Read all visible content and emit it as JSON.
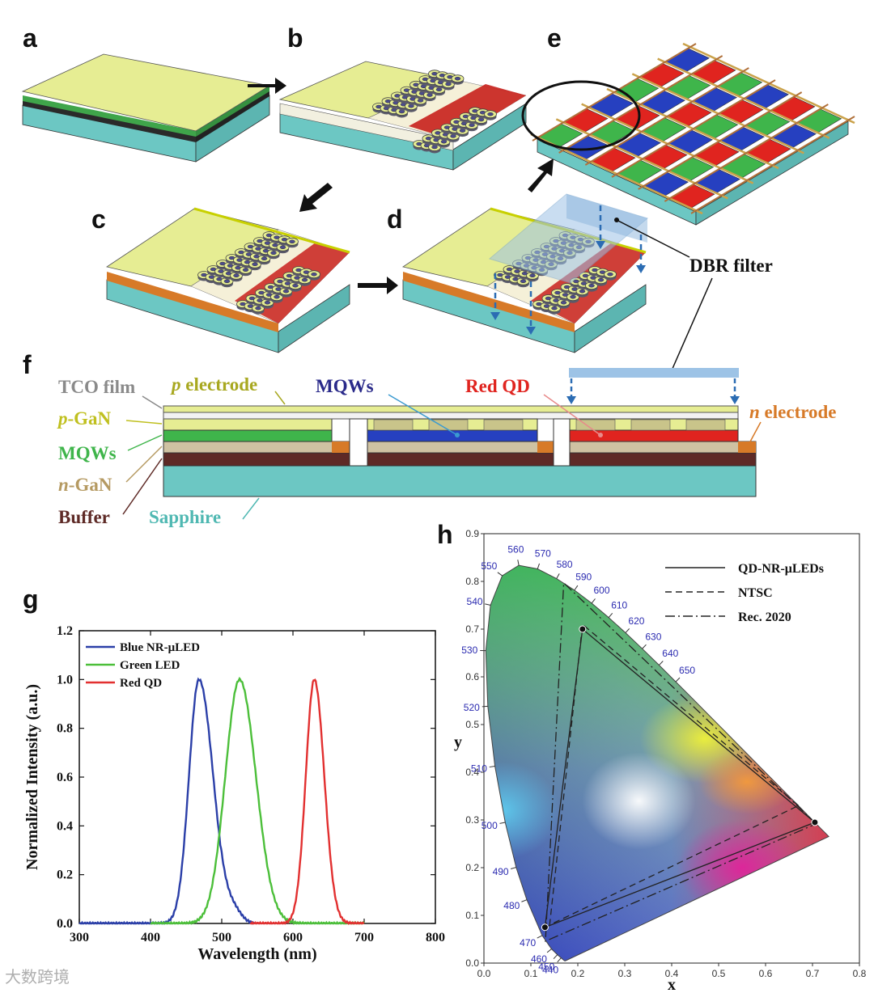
{
  "panels": {
    "a": "a",
    "b": "b",
    "c": "c",
    "d": "d",
    "e": "e",
    "f": "f",
    "g": "g",
    "h": "h"
  },
  "dbr_label": "DBR filter",
  "cross_section": {
    "left_labels": {
      "tco": "TCO film",
      "pgan": "p-GaN",
      "mqws": "MQWs",
      "ngan": "n-GaN",
      "buffer": "Buffer",
      "sapphire": "Sapphire"
    },
    "p_electrode": {
      "italic": "p",
      "rest": " electrode"
    },
    "n_electrode": {
      "italic": "n",
      "rest": " electrode"
    },
    "mqws_top": "MQWs",
    "red_qd": "Red QD",
    "pgan_italic": "p",
    "pgan_rest": "-GaN",
    "ngan_italic": "n",
    "ngan_rest": "-GaN"
  },
  "colors": {
    "yellow_layer": "#e6ed93",
    "green": "#3fb54b",
    "blue": "#2640c0",
    "red": "#e0241f",
    "sapphire": "#6cc7c3",
    "buffer": "#5e2a26",
    "ngan": "#cfc2a2",
    "orange": "#d77a28",
    "dbr": "#9dc3e6"
  },
  "chart_data": [
    {
      "type": "line",
      "xlabel": "Wavelength (nm)",
      "ylabel": "Normalized Intensity (a.u.)",
      "xlim": [
        300,
        800
      ],
      "ylim": [
        0,
        1.2
      ],
      "xticks": [
        "300",
        "400",
        "500",
        "600",
        "700",
        "800"
      ],
      "yticks": [
        "0.0",
        "0.2",
        "0.4",
        "0.6",
        "0.8",
        "1.0",
        "1.2"
      ],
      "legend_position": "top-left",
      "series": [
        {
          "name": "Blue NR-μLED",
          "color": "#2b3fa8",
          "peak": 468,
          "width_left": 14,
          "width_right": 20,
          "start": 300,
          "end": 545
        },
        {
          "name": "Green LED",
          "color": "#4cbf3a",
          "peak": 525,
          "width_left": 20,
          "width_right": 23,
          "start": 400,
          "end": 700
        },
        {
          "name": "Red QD",
          "color": "#e23030",
          "peak": 630,
          "width_left": 12,
          "width_right": 14,
          "start": 540,
          "end": 700
        }
      ]
    },
    {
      "type": "scatter",
      "xlabel": "x",
      "ylabel": "y",
      "xlim": [
        0,
        0.8
      ],
      "ylim": [
        0,
        0.9
      ],
      "xticks": [
        "0.0",
        "0.1",
        "0.2",
        "0.3",
        "0.4",
        "0.5",
        "0.6",
        "0.7",
        "0.8"
      ],
      "yticks": [
        "0.0",
        "0.1",
        "0.2",
        "0.3",
        "0.4",
        "0.5",
        "0.6",
        "0.7",
        "0.8",
        "0.9"
      ],
      "legend_position": "top-right",
      "wavelength_labels": [
        "440",
        "450",
        "460",
        "470",
        "480",
        "490",
        "500",
        "510",
        "520",
        "530",
        "540",
        "550",
        "560",
        "570",
        "580",
        "590",
        "600",
        "610",
        "620",
        "630",
        "640",
        "650"
      ],
      "series": [
        {
          "name": "QD-NR-μLEDs",
          "style": "solid",
          "points": [
            [
              0.705,
              0.295
            ],
            [
              0.21,
              0.7
            ],
            [
              0.13,
              0.075
            ]
          ]
        },
        {
          "name": "NTSC",
          "style": "dashed",
          "points": [
            [
              0.67,
              0.33
            ],
            [
              0.21,
              0.71
            ],
            [
              0.14,
              0.08
            ]
          ]
        },
        {
          "name": "Rec. 2020",
          "style": "dashdot",
          "points": [
            [
              0.708,
              0.292
            ],
            [
              0.17,
              0.797
            ],
            [
              0.131,
              0.046
            ]
          ]
        }
      ]
    }
  ],
  "watermark": "大数跨境"
}
